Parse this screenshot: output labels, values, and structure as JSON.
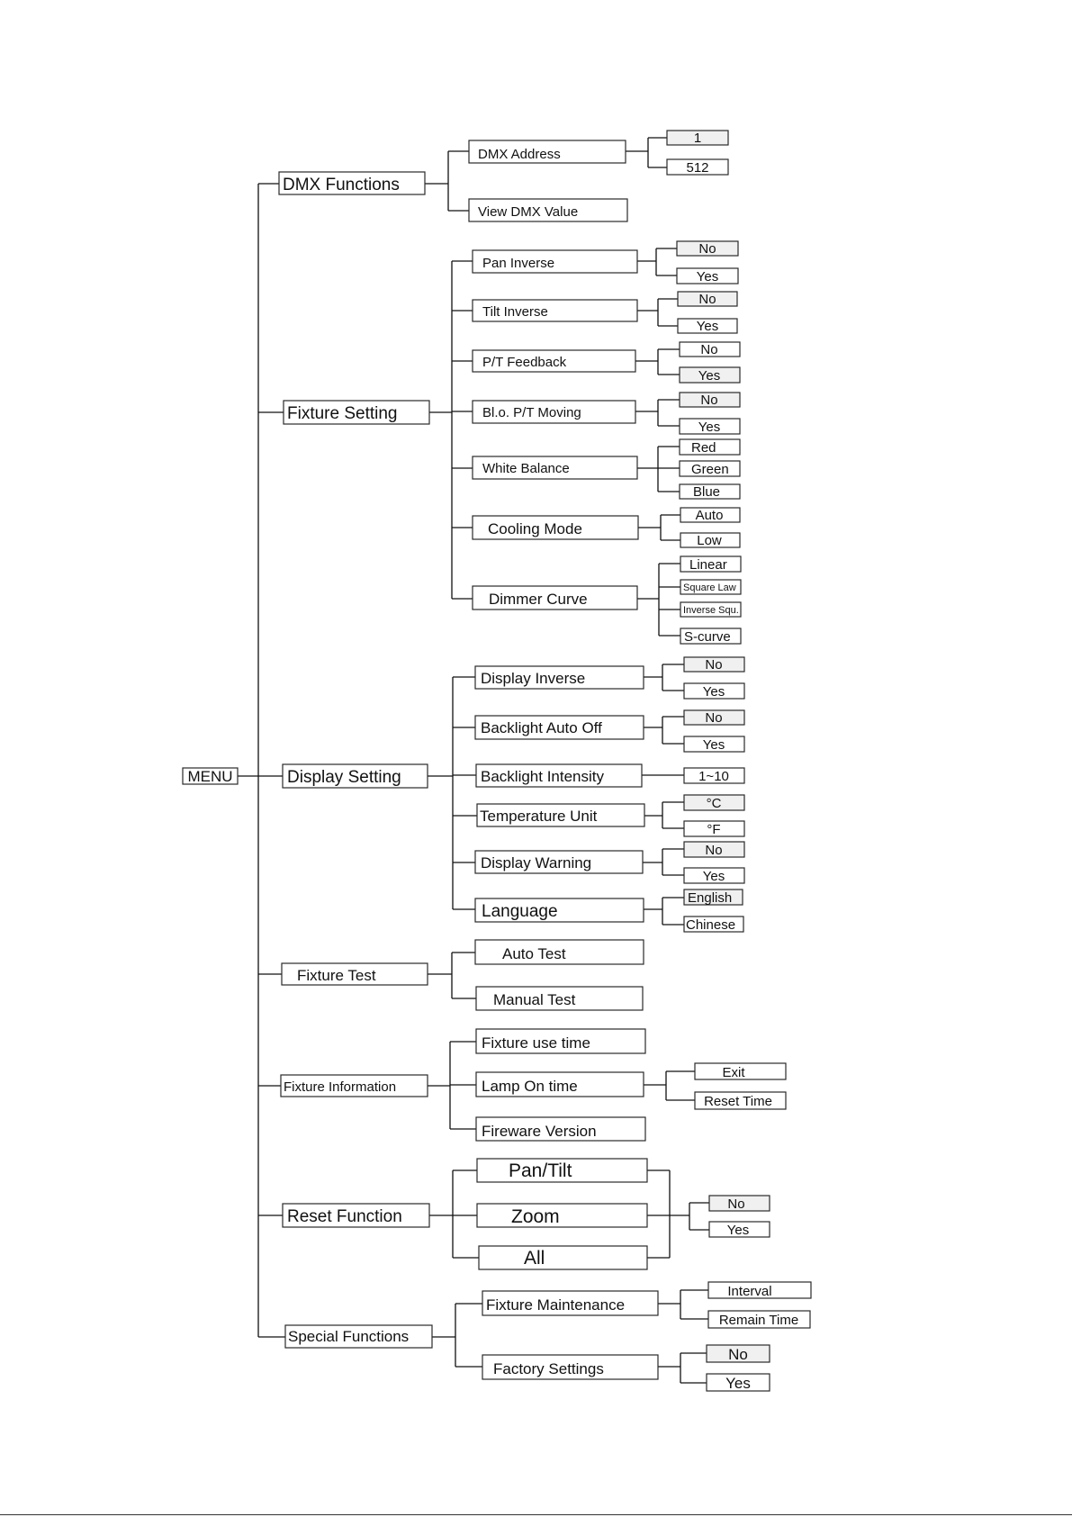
{
  "root": "MENU",
  "dmx_functions": {
    "label": "DMX Functions",
    "dmx_address": "DMX  Address",
    "address_min": "1",
    "address_max": "512",
    "view_dmx_value": "View DMX Value"
  },
  "fixture_setting": {
    "label": "Fixture Setting",
    "pan_inverse": "Pan Inverse",
    "tilt_inverse": "Tilt  Inverse",
    "pt_feedback": "P/T Feedback",
    "blo_pt_moving": "Bl.o. P/T Moving",
    "white_balance": "White Balance",
    "cooling_mode": "Cooling Mode",
    "dimmer_curve": "Dimmer Curve",
    "no": "No",
    "yes": "Yes",
    "red": "Red",
    "green": "Green",
    "blue": "Blue",
    "auto": "Auto",
    "low": "Low",
    "linear": "Linear",
    "square_law": "Square Law",
    "inverse_squ": "Inverse Squ.",
    "s_curve": "S-curve"
  },
  "display_setting": {
    "label": "Display Setting",
    "display_inverse": "Display Inverse",
    "backlight_auto_off": "Backlight Auto Off",
    "backlight_intensity": "Backlight Intensity",
    "intensity_range": "1~10",
    "temperature_unit": "Temperature Unit",
    "celsius": "°C",
    "fahrenheit": "°F",
    "display_warning": "Display Warning",
    "language": "Language",
    "english": "English",
    "chinese": "Chinese",
    "no": "No",
    "yes": "Yes"
  },
  "fixture_test": {
    "label": "Fixture Test",
    "auto_test": "Auto Test",
    "manual_test": "Manual Test"
  },
  "fixture_information": {
    "label": "Fixture Information",
    "fixture_use_time": "Fixture use time",
    "lamp_on_time": "Lamp On time",
    "exit": "Exit",
    "reset_time": "Reset Time",
    "fireware_version": "Fireware Version"
  },
  "reset_function": {
    "label": "Reset Function",
    "pan_tilt": "Pan/Tilt",
    "zoom": "Zoom",
    "all": "All",
    "no": "No",
    "yes": "Yes"
  },
  "special_functions": {
    "label": "Special Functions",
    "fixture_maintenance": "Fixture Maintenance",
    "interval": "Interval",
    "remain_time": "Remain Time",
    "factory_settings": "Factory Settings",
    "no": "No",
    "yes": "Yes"
  }
}
